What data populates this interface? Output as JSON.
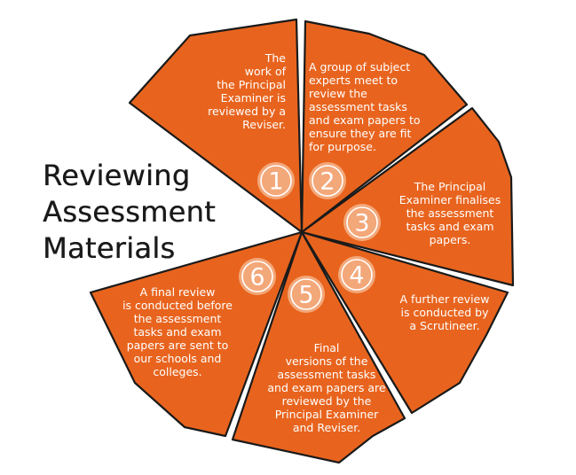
{
  "title": {
    "line1": "Reviewing",
    "line2": "Assessment",
    "line3": "Materials"
  },
  "colors": {
    "segment_fill": "#e8641e",
    "segment_stroke": "#1a1a1a",
    "badge_fill": "#f3a87a",
    "text": "#ffffff"
  },
  "steps": [
    {
      "number": "1",
      "text": "The\nwork of\nthe Principal\nExaminer is\nreviewed by a\nReviser."
    },
    {
      "number": "2",
      "text": "A group of subject\nexperts meet to\nreview the\nassessment tasks\nand exam papers to\nensure they are fit\nfor purpose."
    },
    {
      "number": "3",
      "text": "The Principal\nExaminer finalises\nthe assessment\ntasks and exam\npapers."
    },
    {
      "number": "4",
      "text": "A further review\nis conducted by\na Scrutineer."
    },
    {
      "number": "5",
      "text": "Final\nversions of the\nassessment tasks\nand exam papers are\nreviewed by the\nPrincipal Examiner\nand Reviser."
    },
    {
      "number": "6",
      "text": "A final review\nis conducted before\nthe assessment\ntasks and exam\npapers are sent to\nour schools and\ncolleges."
    }
  ]
}
